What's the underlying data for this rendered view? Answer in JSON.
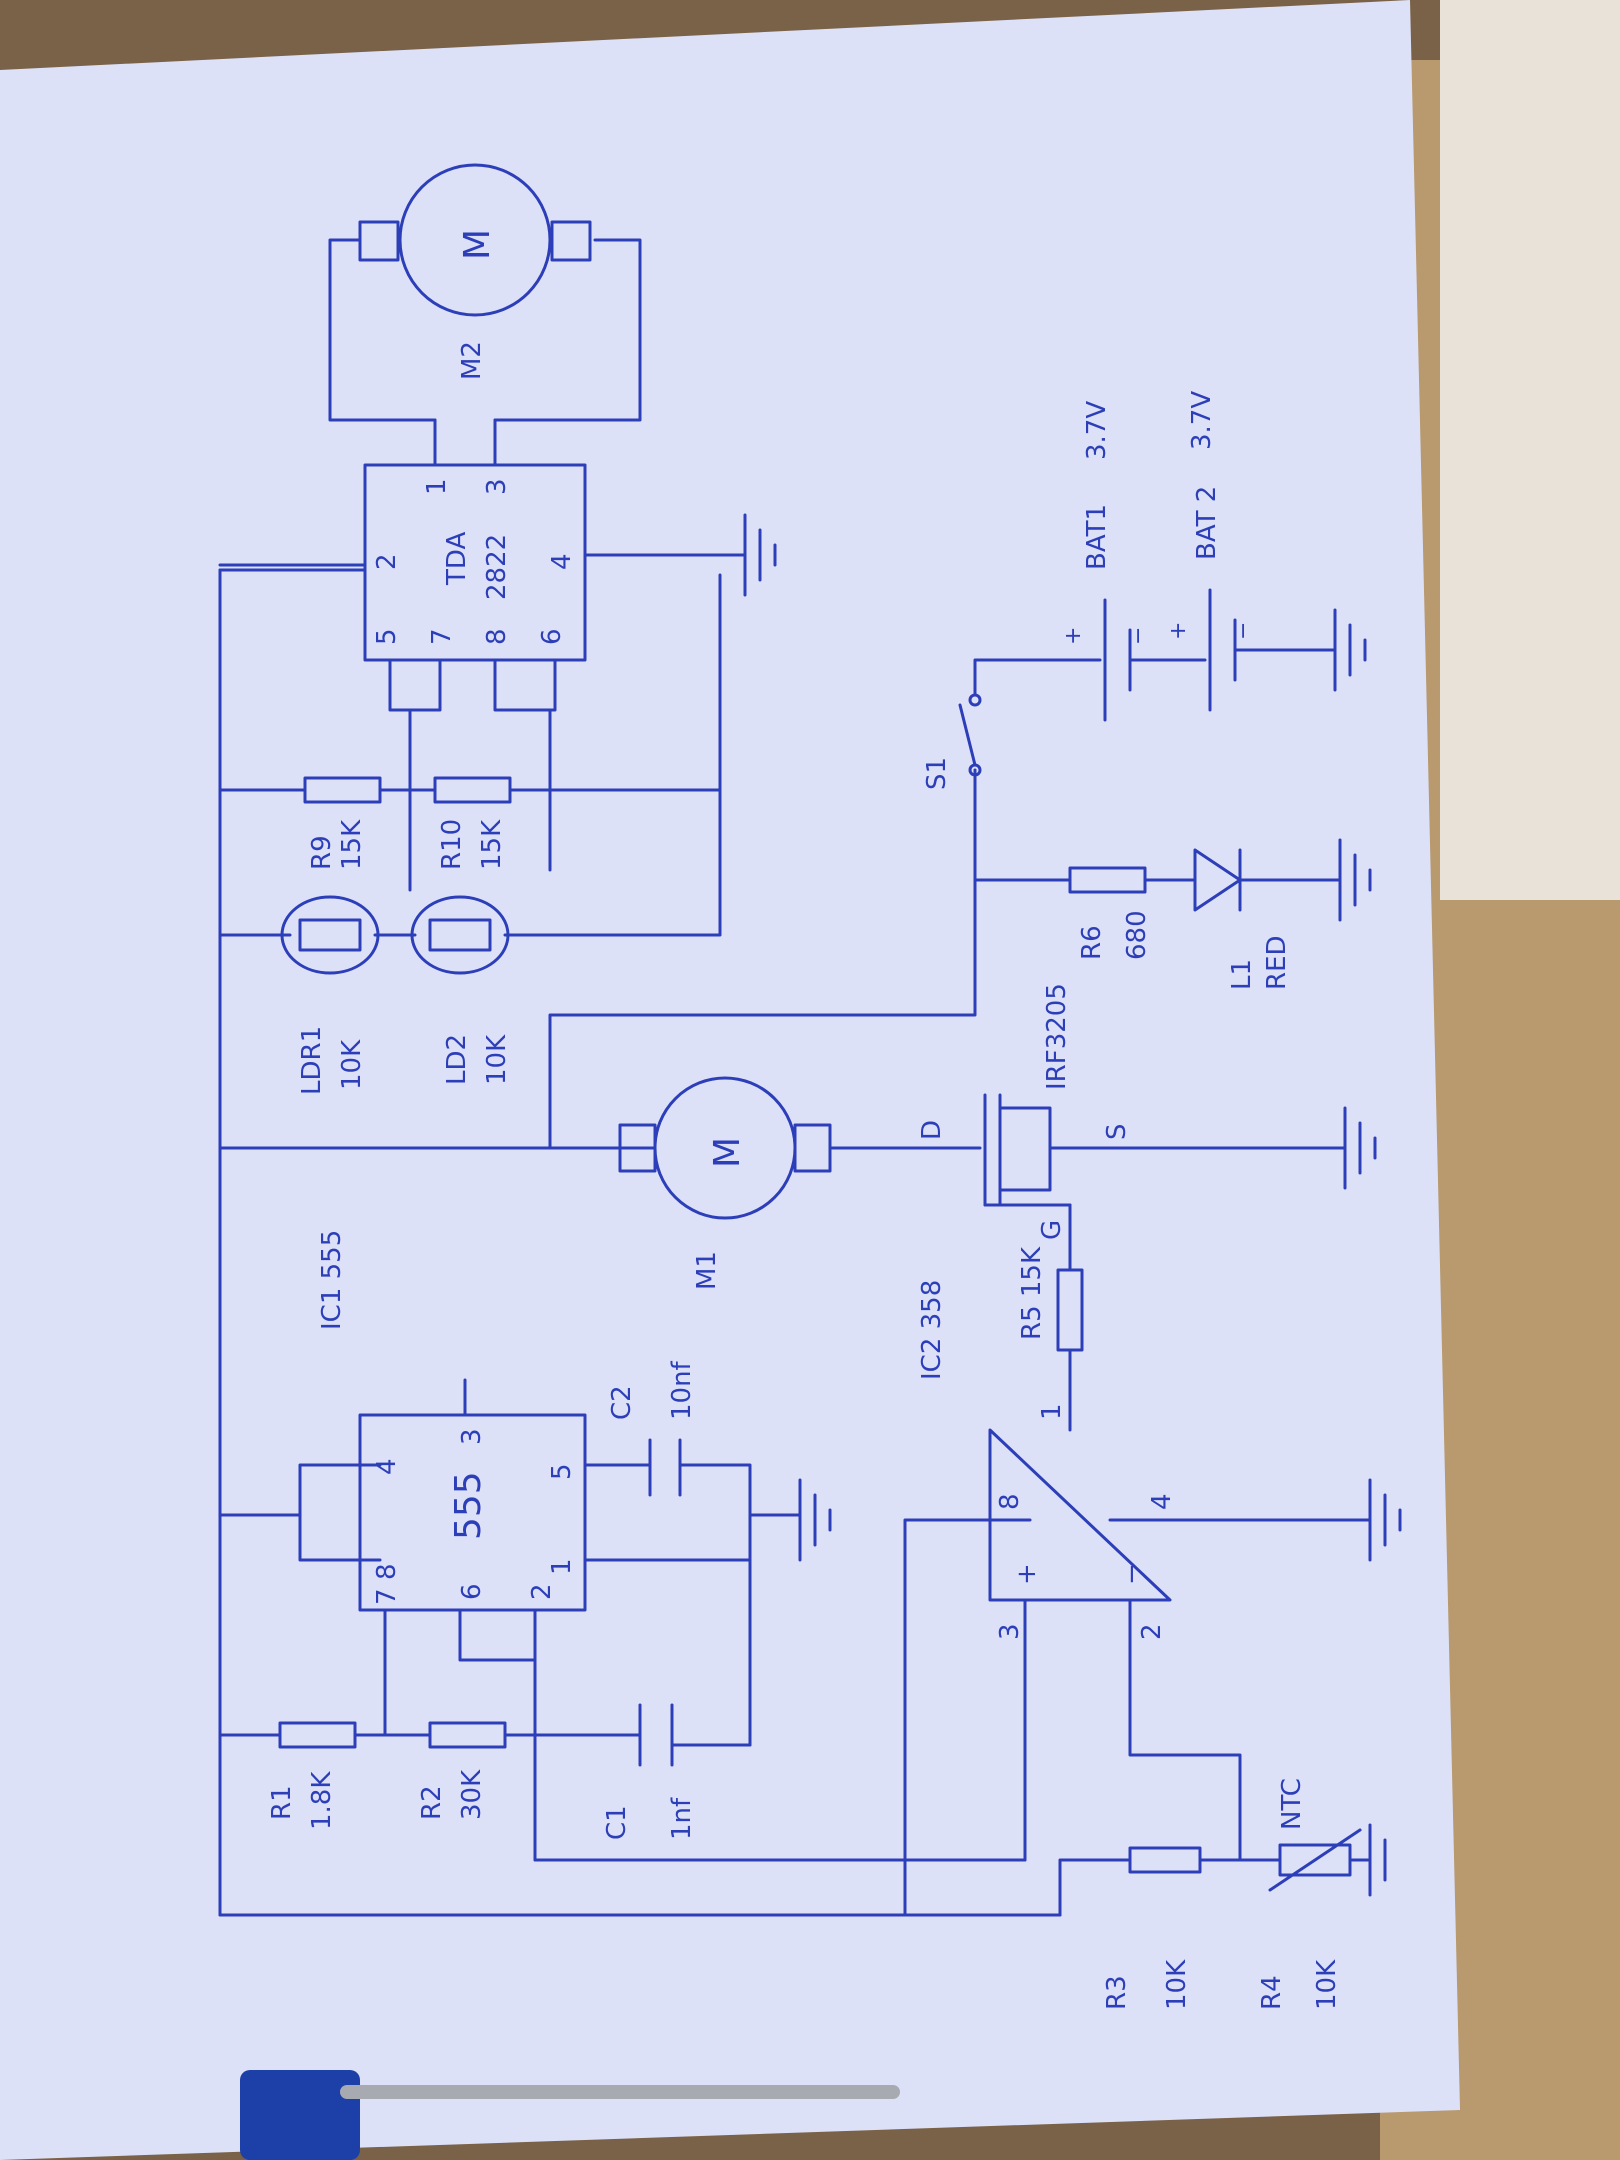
{
  "colors": {
    "ink": "#2d3fb8",
    "paper": "#dde1f8",
    "desk": "#8a7256",
    "wood": "#b89a6e",
    "clip": "#1c3fa8"
  },
  "ic1": {
    "title": "IC1  555",
    "name": "555",
    "pins": [
      "7",
      "8",
      "4",
      "3",
      "6",
      "2",
      "1",
      "5"
    ]
  },
  "ic2": {
    "title": "IC2  358",
    "pins": [
      "3",
      "2",
      "8",
      "4",
      "1"
    ],
    "plus": "+",
    "minus": "−"
  },
  "tda": {
    "line1": "TDA",
    "line2": "2822",
    "pins": [
      "5",
      "2",
      "1",
      "7",
      "8",
      "6",
      "4",
      "3"
    ]
  },
  "parts": {
    "r1": [
      "R1",
      "1.8K"
    ],
    "r2": [
      "R2",
      "30K"
    ],
    "c1": [
      "C1",
      "1nf"
    ],
    "c2": [
      "C2",
      "10nf"
    ],
    "r3": [
      "R3",
      "10K"
    ],
    "r4": [
      "R4",
      "10K"
    ],
    "ntc": "NTC",
    "r5": "R5  15K",
    "m1": "M1",
    "m2": "M2",
    "motor_symbol": "M",
    "ldr1": [
      "LDR1",
      "10K"
    ],
    "ld2": [
      "LD2",
      "10K"
    ],
    "r9": [
      "R9",
      "15K"
    ],
    "r10": [
      "R10",
      "15K"
    ],
    "mosfet": [
      "IRF3205",
      "D",
      "S",
      "G"
    ],
    "r6": [
      "R6",
      "680"
    ],
    "l1": [
      "L1",
      "RED"
    ],
    "s1": "S1",
    "bat1": [
      "BAT1",
      "3.7V"
    ],
    "bat2": [
      "BAT 2",
      "3.7V"
    ],
    "bat_signs": [
      "+",
      "−",
      "+",
      "−"
    ]
  }
}
